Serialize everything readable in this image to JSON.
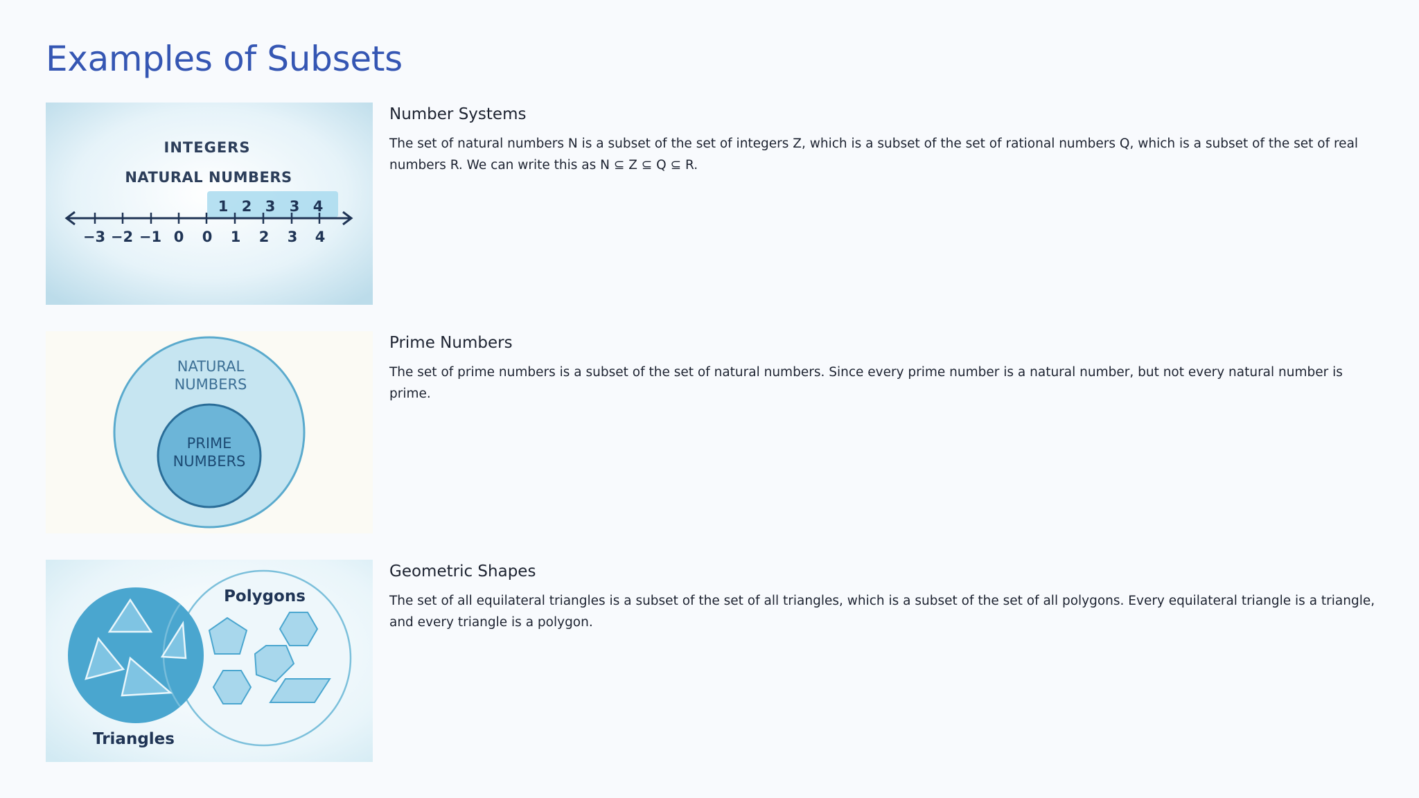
{
  "page": {
    "title": "Examples of Subsets"
  },
  "sections": [
    {
      "title": "Number Systems",
      "body": "The set of natural numbers N is a subset of the set of integers Z, which is a subset of the set of rational numbers Q, which is a subset of the set of real numbers R. We can write this as N ⊆ Z ⊆ Q ⊆ R.",
      "illustration": {
        "label_outer": "INTEGERS",
        "label_inner": "NATURAL NUMBERS",
        "highlight_ticks": [
          "1",
          "2",
          "3",
          "3",
          "4"
        ],
        "axis_ticks": [
          "−3",
          "−2",
          "−1",
          "0",
          "0",
          "1",
          "2",
          "3",
          "4"
        ]
      }
    },
    {
      "title": "Prime Numbers",
      "body": "The set of prime numbers is a subset of the set of natural numbers. Since every prime number is a natural number, but not every natural number is prime.",
      "illustration": {
        "outer_line1": "NATURAL",
        "outer_line2": "NUMBERS",
        "inner_line1": "PRIME",
        "inner_line2": "NUMBERS"
      }
    },
    {
      "title": "Geometric Shapes",
      "body": "The set of all equilateral triangles is a subset of the set of all triangles, which is a subset of the set of all polygons. Every equilateral triangle is a triangle, and every triangle is a polygon.",
      "illustration": {
        "left_label": "Triangles",
        "right_label": "Polygons"
      }
    }
  ],
  "colors": {
    "title": "#3556b3",
    "accent_blue": "#4aa6cf",
    "light_blue": "#bfe3f1",
    "navy": "#1f3455"
  }
}
